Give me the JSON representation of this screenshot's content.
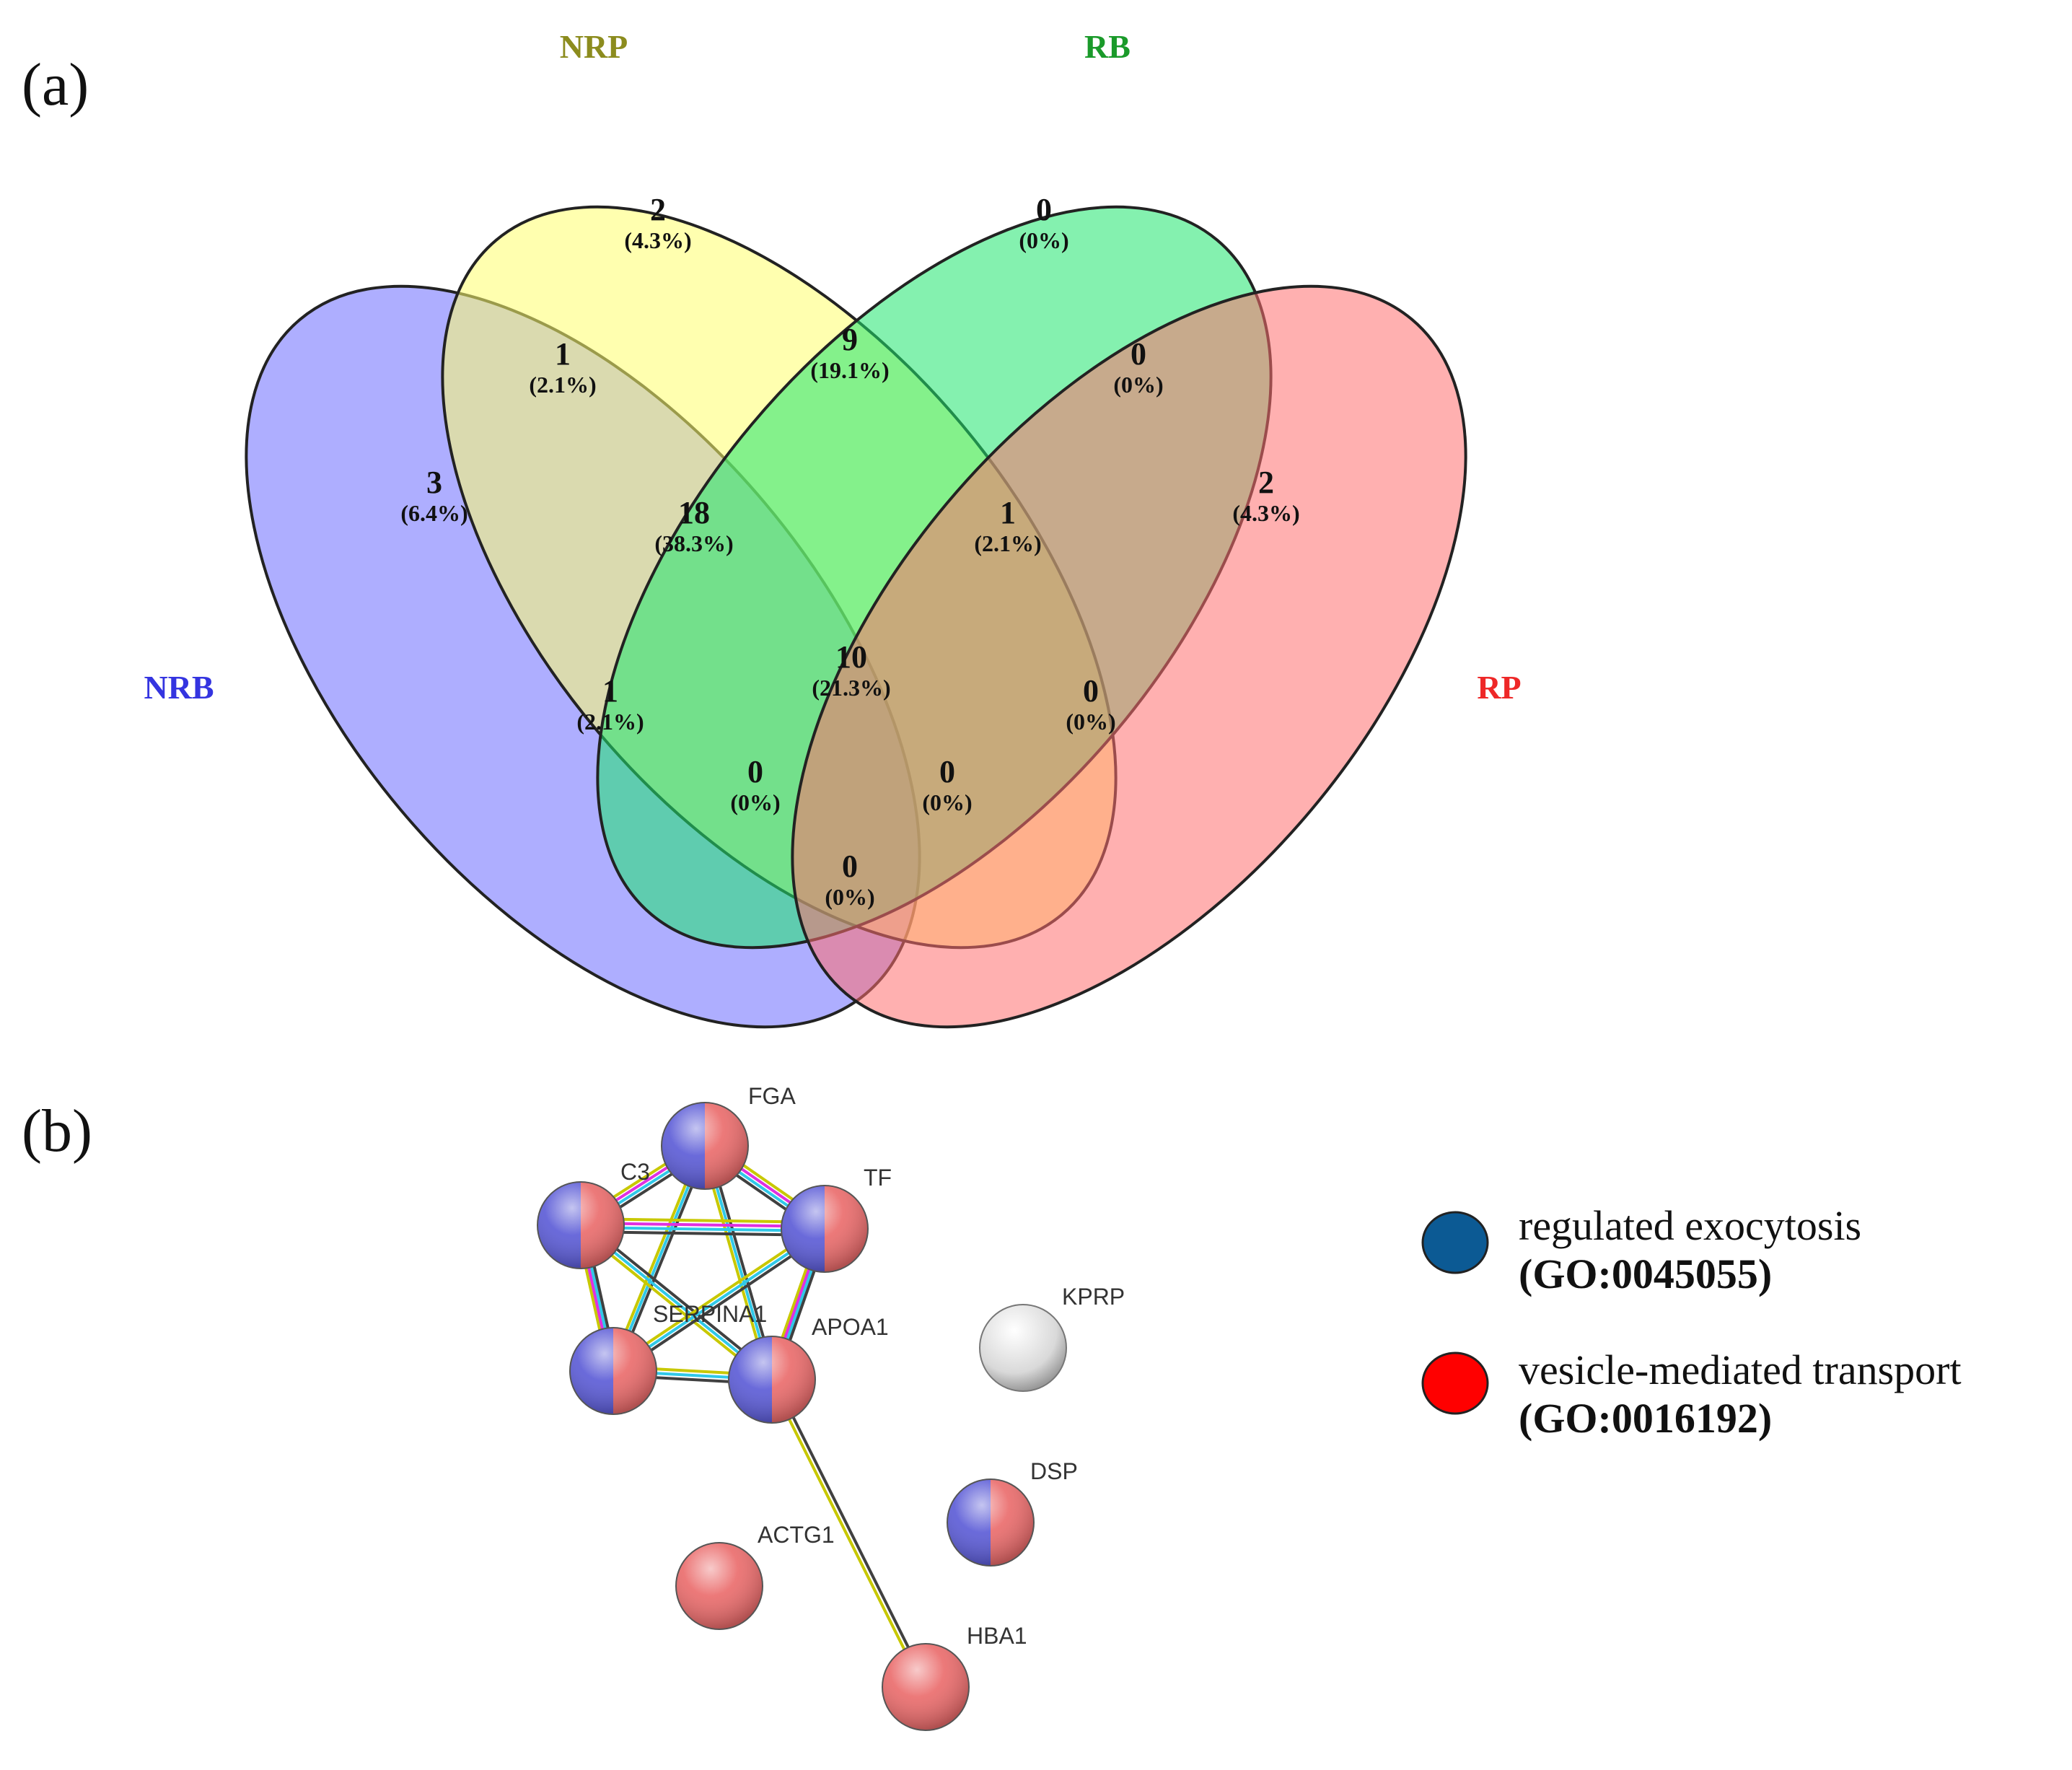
{
  "panels": {
    "a": "(a)",
    "b": "(b)"
  },
  "venn": {
    "sets": [
      {
        "id": "NRB",
        "label": "NRB",
        "color": "#6b6bff",
        "label_color": "#3434e0"
      },
      {
        "id": "NRP",
        "label": "NRP",
        "color": "#ffff6e",
        "label_color": "#8c8c1e"
      },
      {
        "id": "RB",
        "label": "RB",
        "color": "#1fe66e",
        "label_color": "#1a9a2a"
      },
      {
        "id": "RP",
        "label": "RP",
        "color": "#ff7070",
        "label_color": "#ee2828"
      }
    ],
    "regions": [
      {
        "key": "NRB_only",
        "count": "3",
        "pct": "(6.4%)"
      },
      {
        "key": "NRP_only",
        "count": "2",
        "pct": "(4.3%)"
      },
      {
        "key": "RB_only",
        "count": "0",
        "pct": "(0%)"
      },
      {
        "key": "RP_only",
        "count": "2",
        "pct": "(4.3%)"
      },
      {
        "key": "NRB_NRP",
        "count": "1",
        "pct": "(2.1%)"
      },
      {
        "key": "NRP_RB",
        "count": "9",
        "pct": "(19.1%)"
      },
      {
        "key": "RB_RP",
        "count": "0",
        "pct": "(0%)"
      },
      {
        "key": "NRB_NRP_RB",
        "count": "18",
        "pct": "(38.3%)"
      },
      {
        "key": "NRP_RB_RP",
        "count": "1",
        "pct": "(2.1%)"
      },
      {
        "key": "NRB_RB",
        "count": "1",
        "pct": "(2.1%)"
      },
      {
        "key": "all_four",
        "count": "10",
        "pct": "(21.3%)"
      },
      {
        "key": "NRP_RP",
        "count": "0",
        "pct": "(0%)"
      },
      {
        "key": "NRB_RB_RP",
        "count": "0",
        "pct": "(0%)"
      },
      {
        "key": "NRB_NRP_RP",
        "count": "0",
        "pct": "(0%)"
      },
      {
        "key": "NRB_RP",
        "count": "0",
        "pct": "(0%)"
      }
    ]
  },
  "network": {
    "nodes": [
      {
        "id": "FGA",
        "label": "FGA",
        "type": "split"
      },
      {
        "id": "C3",
        "label": "C3",
        "type": "split"
      },
      {
        "id": "TF",
        "label": "TF",
        "type": "split"
      },
      {
        "id": "SERPINA1",
        "label": "SERPINA1",
        "type": "split"
      },
      {
        "id": "APOA1",
        "label": "APOA1",
        "type": "split"
      },
      {
        "id": "KPRP",
        "label": "KPRP",
        "type": "grey"
      },
      {
        "id": "DSP",
        "label": "DSP",
        "type": "split"
      },
      {
        "id": "ACTG1",
        "label": "ACTG1",
        "type": "red"
      },
      {
        "id": "HBA1",
        "label": "HBA1",
        "type": "red"
      }
    ],
    "edges": [
      [
        "FGA",
        "C3"
      ],
      [
        "FGA",
        "TF"
      ],
      [
        "FGA",
        "SERPINA1"
      ],
      [
        "FGA",
        "APOA1"
      ],
      [
        "C3",
        "TF"
      ],
      [
        "C3",
        "SERPINA1"
      ],
      [
        "C3",
        "APOA1"
      ],
      [
        "TF",
        "SERPINA1"
      ],
      [
        "TF",
        "APOA1"
      ],
      [
        "SERPINA1",
        "APOA1"
      ],
      [
        "APOA1",
        "HBA1"
      ]
    ]
  },
  "legend": [
    {
      "label": "regulated exocytosis",
      "go": "(GO:0045055)",
      "color": "#0c5a94",
      "icon": "blue-circle"
    },
    {
      "label": "vesicle-mediated transport",
      "go": "(GO:0016192)",
      "color": "#ff0000",
      "icon": "red-circle"
    }
  ]
}
